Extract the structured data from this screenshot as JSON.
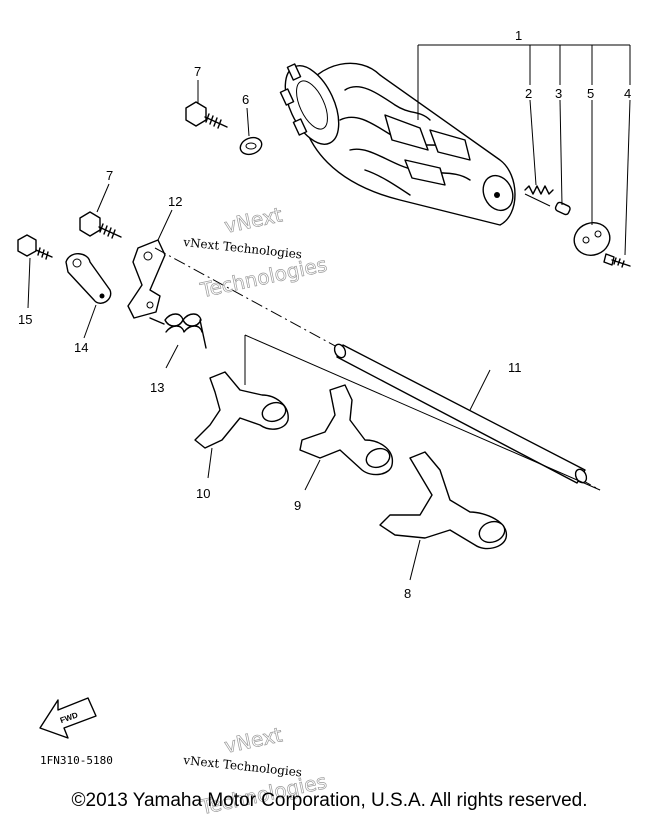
{
  "callouts": {
    "c1": "1",
    "c2": "2",
    "c3": "3",
    "c4": "4",
    "c5": "5",
    "c6": "6",
    "c7a": "7",
    "c7b": "7",
    "c8": "8",
    "c9": "9",
    "c10": "10",
    "c11": "11",
    "c12": "12",
    "c13": "13",
    "c14": "14",
    "c15": "15"
  },
  "watermark": {
    "company_small_1": "vNext Technologies",
    "outline_1_line1": "vNext",
    "outline_1_line2": "Technologies",
    "company_small_2": "vNext Technologies",
    "outline_2_line1": "vNext",
    "outline_2_line2": "Technologies"
  },
  "fwd_label": "FWD",
  "diagram_code": "1FN310-5180",
  "copyright": "©2013 Yamaha Motor Corporation, U.S.A. All rights reserved."
}
